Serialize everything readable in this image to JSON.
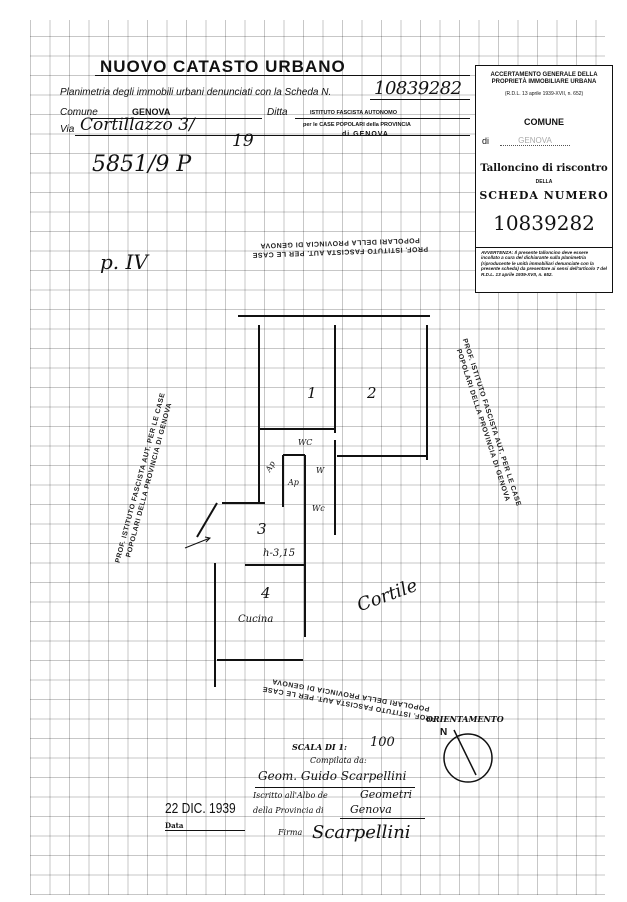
{
  "header": {
    "title": "NUOVO CATASTO URBANO",
    "planimetria_label": "Planimetria degli immobili urbani denunciati con la Scheda N.",
    "scheda_number_handwritten": "10839282",
    "comune_label": "Comune",
    "comune_value": "GENOVA",
    "ditta_label": "Ditta",
    "ditta_line1": "ISTITUTO FASCISTA AUTONOMO",
    "ditta_line2": "per le CASE POPOLARI della PROVINCIA",
    "ditta_line3": "di GENOVA",
    "via_label": "Via",
    "via_value": "Cortillazzo 3/",
    "via_number": "19",
    "ref_handwritten": "5851/9 P",
    "page_handwritten": "p. IV"
  },
  "talloncino": {
    "line1": "ACCERTAMENTO GENERALE DELLA",
    "line2": "PROPRIETÀ IMMOBILIARE URBANA",
    "decree": "(R.D.L. 13 aprile 1939-XVII, n. 652)",
    "comune": "COMUNE",
    "di_label": "di",
    "di_value": "GENOVA",
    "title": "Talloncino di riscontro",
    "della": "DELLA",
    "scheda": "SCHEDA NUMERO",
    "number": "10839282",
    "warning": "AVVERTENZA: Il presente talloncino deve essere incollato a cura del dichiarante sulla planimetria (riproducente le unità immobiliari denunciate con la presente scheda) da presentare ai sensi dell'articolo 7 del R.D.L. 13 aprile 1939-XVII, n. 652."
  },
  "stamps": {
    "text": "PROF. ISTITUTO FASCISTA AUT. PER LE CASE POPOLARI DELLA PROVINCIA DI GENOVA"
  },
  "plan": {
    "rooms": [
      "1",
      "2",
      "3",
      "4"
    ],
    "height": "h-3,15",
    "cucina": "Cucina",
    "wc1": "WC",
    "wc2": "Wc",
    "w": "W",
    "ap1": "Ap",
    "ap2": "Ap",
    "cortile": "Cortile"
  },
  "footer": {
    "orientamento": "ORIENTAMENTO",
    "north": "N",
    "scala_label": "SCALA DI 1:",
    "scala_value": "100",
    "compilata_label": "Compilata da:",
    "compilata_value": "Geom. Guido Scarpellini",
    "albo_label": "Iscritto all'Albo de",
    "albo_value": "Geometri",
    "provincia_label": "della Provincia di",
    "provincia_value": "Genova",
    "date_stamp": "22 DIC. 1939",
    "data_label": "Data",
    "firma_label": "Firma",
    "firma_value": "Scarpellini"
  }
}
